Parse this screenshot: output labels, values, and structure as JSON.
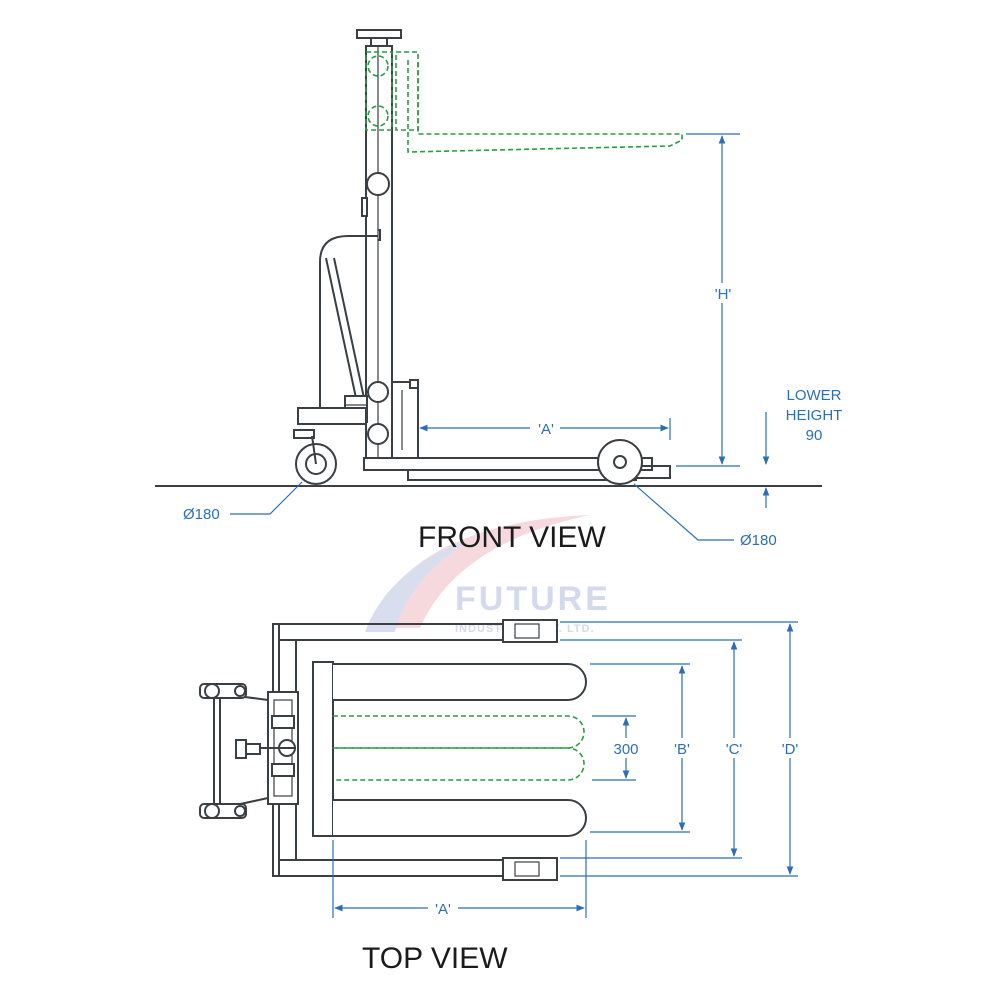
{
  "views": {
    "front_title": "FRONT VIEW",
    "top_title": "TOP VIEW"
  },
  "front": {
    "dim_a": "'A'",
    "dim_h": "'H'",
    "lower_line1": "LOWER",
    "lower_line2": "HEIGHT",
    "lower_value": "90",
    "wheel_left": "Ø180",
    "wheel_right": "Ø180"
  },
  "top": {
    "dim_a": "'A'",
    "dim_b": "'B'",
    "dim_c": "'C'",
    "dim_d": "'D'",
    "dim_300": "300"
  },
  "watermark": {
    "name": "FUTURE",
    "sub": "INDUSTRIES PVT. LTD."
  },
  "colors": {
    "line": "#3a3f44",
    "dimension": "#2c6fb5",
    "alternate_position": "#2e9a45",
    "watermark_blue": "#c8cfe6",
    "watermark_red": "#f2c9cf"
  }
}
